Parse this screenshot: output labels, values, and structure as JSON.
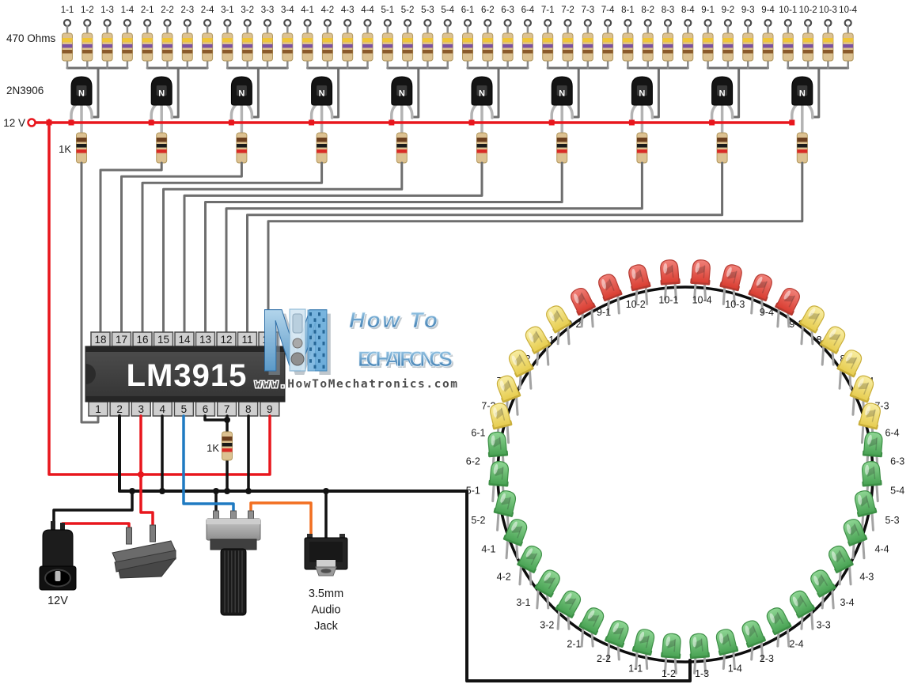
{
  "annotations": {
    "resistor_bank_label": "470 Ohms",
    "transistor_label": "2N3906",
    "supply_label": "12 V",
    "base_resistor_label": "1K",
    "divider_resistor_label": "1K",
    "power_jack_label": "12V",
    "audio_jack_label": [
      "3.5mm",
      "Audio",
      "Jack"
    ]
  },
  "ic": {
    "name": "LM3915",
    "top_pins": [
      "18",
      "17",
      "16",
      "15",
      "14",
      "13",
      "12",
      "11",
      "10"
    ],
    "bottom_pins": [
      "1",
      "2",
      "3",
      "4",
      "5",
      "6",
      "7",
      "8",
      "9"
    ]
  },
  "terminal_groups": [
    {
      "group": 1,
      "terminals": [
        "1-1",
        "1-2",
        "1-3",
        "1-4"
      ]
    },
    {
      "group": 2,
      "terminals": [
        "2-1",
        "2-2",
        "2-3",
        "2-4"
      ]
    },
    {
      "group": 3,
      "terminals": [
        "3-1",
        "3-2",
        "3-3",
        "3-4"
      ]
    },
    {
      "group": 4,
      "terminals": [
        "4-1",
        "4-2",
        "4-3",
        "4-4"
      ]
    },
    {
      "group": 5,
      "terminals": [
        "5-1",
        "5-2",
        "5-3",
        "5-4"
      ]
    },
    {
      "group": 6,
      "terminals": [
        "6-1",
        "6-2",
        "6-3",
        "6-4"
      ]
    },
    {
      "group": 7,
      "terminals": [
        "7-1",
        "7-2",
        "7-3",
        "7-4"
      ]
    },
    {
      "group": 8,
      "terminals": [
        "8-1",
        "8-2",
        "8-3",
        "8-4"
      ]
    },
    {
      "group": 9,
      "terminals": [
        "9-1",
        "9-2",
        "9-3",
        "9-4"
      ]
    },
    {
      "group": 10,
      "terminals": [
        "10-1",
        "10-2",
        "10-3",
        "10-4"
      ]
    }
  ],
  "led_ring": {
    "left_bottom_to_top": [
      {
        "label": "1-2",
        "color": "green"
      },
      {
        "label": "1-1",
        "color": "green"
      },
      {
        "label": "2-2",
        "color": "green"
      },
      {
        "label": "2-1",
        "color": "green"
      },
      {
        "label": "3-2",
        "color": "green"
      },
      {
        "label": "3-1",
        "color": "green"
      },
      {
        "label": "4-2",
        "color": "green"
      },
      {
        "label": "4-1",
        "color": "green"
      },
      {
        "label": "5-2",
        "color": "green"
      },
      {
        "label": "5-1",
        "color": "green"
      },
      {
        "label": "6-2",
        "color": "green"
      },
      {
        "label": "6-1",
        "color": "yellow"
      },
      {
        "label": "7-2",
        "color": "yellow"
      },
      {
        "label": "7-1",
        "color": "yellow"
      },
      {
        "label": "8-2",
        "color": "yellow"
      },
      {
        "label": "8-1",
        "color": "yellow"
      },
      {
        "label": "9-2",
        "color": "red"
      },
      {
        "label": "9-1",
        "color": "red"
      },
      {
        "label": "10-2",
        "color": "red"
      },
      {
        "label": "10-1",
        "color": "red"
      }
    ],
    "right_bottom_to_top": [
      {
        "label": "1-3",
        "color": "green"
      },
      {
        "label": "1-4",
        "color": "green"
      },
      {
        "label": "2-3",
        "color": "green"
      },
      {
        "label": "2-4",
        "color": "green"
      },
      {
        "label": "3-3",
        "color": "green"
      },
      {
        "label": "3-4",
        "color": "green"
      },
      {
        "label": "4-3",
        "color": "green"
      },
      {
        "label": "4-4",
        "color": "green"
      },
      {
        "label": "5-3",
        "color": "green"
      },
      {
        "label": "5-4",
        "color": "green"
      },
      {
        "label": "6-3",
        "color": "green"
      },
      {
        "label": "6-4",
        "color": "yellow"
      },
      {
        "label": "7-3",
        "color": "yellow"
      },
      {
        "label": "7-4",
        "color": "yellow"
      },
      {
        "label": "8-3",
        "color": "yellow"
      },
      {
        "label": "8-4",
        "color": "yellow"
      },
      {
        "label": "9-3",
        "color": "red"
      },
      {
        "label": "9-4",
        "color": "red"
      },
      {
        "label": "10-3",
        "color": "red"
      },
      {
        "label": "10-4",
        "color": "red"
      }
    ]
  },
  "logo": {
    "tagline": "How To",
    "brand": "MECHATRONICS",
    "url": "www.HowToMechatronics.com"
  },
  "colors": {
    "wire_red": "#e8161d",
    "wire_black": "#121212",
    "wire_blue": "#1f7ac2",
    "wire_orange": "#f26f21",
    "wire_gray": "#6e6e6e",
    "lead_gray": "#b3b3b3",
    "led_green": "#5fba66",
    "led_yellow": "#f1de6e",
    "led_red": "#e6544a",
    "logo_blue": "#4a94c9"
  }
}
